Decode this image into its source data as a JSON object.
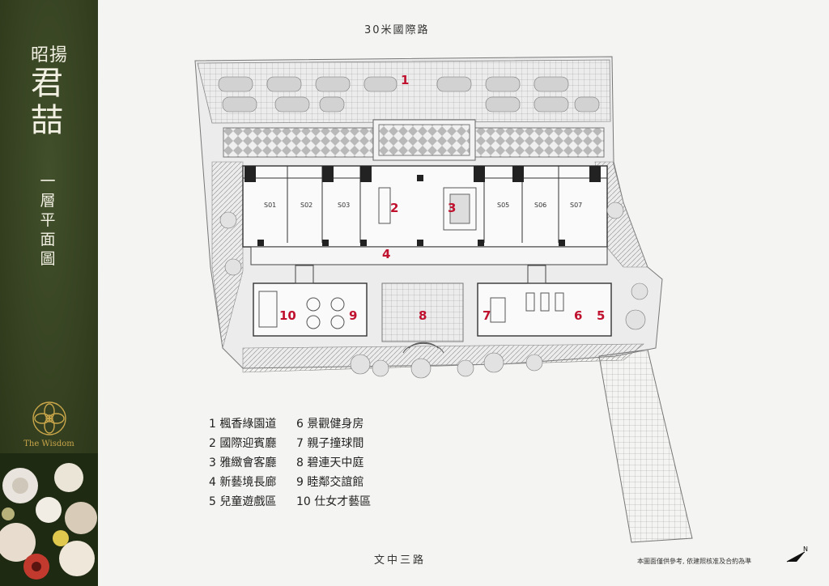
{
  "sidebar": {
    "brand_small": "昭揚",
    "brand_big_1": "君",
    "brand_big_2": "喆",
    "floor_title": "一層平面圖",
    "logo_text": "The Wisdom"
  },
  "roads": {
    "top": "30米國際路",
    "bottom": "文中三路"
  },
  "area_numbers": [
    "1",
    "2",
    "3",
    "4",
    "5",
    "6",
    "7",
    "8",
    "9",
    "10"
  ],
  "shops": [
    "S01",
    "S02",
    "S03",
    "S05",
    "S06",
    "S07"
  ],
  "legend": [
    "1 楓香綠園道",
    "2 國際迎賓廳",
    "3 雅緻會客廳",
    "4 新藝境長廊",
    "5 兒童遊戲區",
    "6 景觀健身房",
    "7 親子撞球間",
    "8 碧連天中庭",
    "9 睦鄰交誼館",
    "10 仕女才藝區"
  ],
  "note": "本圖面僅供參考, 依建照核准及合約為準",
  "north_label": "N",
  "colors": {
    "sidebar": "#34401f",
    "accent": "#c0112f",
    "gold": "#c9a64a"
  }
}
